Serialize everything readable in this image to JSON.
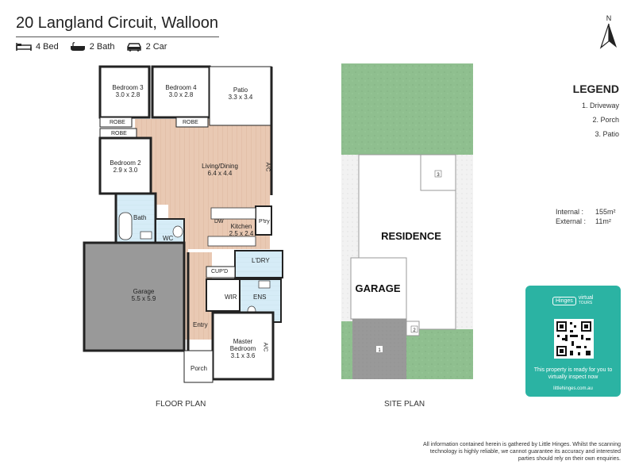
{
  "header": {
    "address": "20 Langland Circuit, Walloon",
    "features": [
      {
        "icon": "bed-icon",
        "label": "4 Bed"
      },
      {
        "icon": "bath-icon",
        "label": "2 Bath"
      },
      {
        "icon": "car-icon",
        "label": "2 Car"
      }
    ]
  },
  "floor_plan": {
    "caption": "FLOOR PLAN",
    "rooms": {
      "bedroom3": {
        "name": "Bedroom 3",
        "size": "3.0 x 2.8"
      },
      "bedroom4": {
        "name": "Bedroom 4",
        "size": "3.0 x 2.8"
      },
      "patio": {
        "name": "Patio",
        "size": "3.3 x 3.4"
      },
      "bedroom2": {
        "name": "Bedroom 2",
        "size": "2.9 x 3.0"
      },
      "living": {
        "name": "Living/Dining",
        "size": "6.4 x 4.4"
      },
      "kitchen": {
        "name": "Kitchen",
        "size": "2.5 x 2.4"
      },
      "garage": {
        "name": "Garage",
        "size": "5.5 x 5.9"
      },
      "master": {
        "name": "Master Bedroom",
        "size": "3.1 x 3.6"
      }
    },
    "labels": {
      "robe1": "ROBE",
      "robe2": "ROBE",
      "robe3": "ROBE",
      "bath": "Bath",
      "wc": "WC",
      "pantry": "P'try",
      "dw": "DW",
      "laundry": "L'DRY",
      "cupd": "CUP'D",
      "wir": "WIR",
      "ens": "ENS",
      "entry": "Entry",
      "porch": "Porch",
      "ac1": "A/C",
      "ac2": "A/C"
    }
  },
  "site_plan": {
    "caption": "SITE PLAN",
    "residence": "RESIDENCE",
    "garage": "GARAGE",
    "markers": [
      "1",
      "2",
      "3"
    ]
  },
  "legend": {
    "title": "LEGEND",
    "items": [
      "1. Driveway",
      "2. Porch",
      "3. Patio"
    ]
  },
  "areas": {
    "internal_label": "Internal :",
    "internal_value": "155m²",
    "external_label": "External :",
    "external_value": "11m²"
  },
  "tour_card": {
    "brand": "Hinges",
    "tag_top": "virtual",
    "tag_bottom": "TOURS",
    "text": "This property is ready for you to virtually inspect now",
    "url": "littlehinges.com.au",
    "color": "#2bb3a3"
  },
  "north_label": "N",
  "disclaimer": "All information contained herein is gathered by Little Hinges. Whilst the scanning technology is highly reliable, we cannot guarantee its accuracy and interested parties should rely on their own enquiries."
}
